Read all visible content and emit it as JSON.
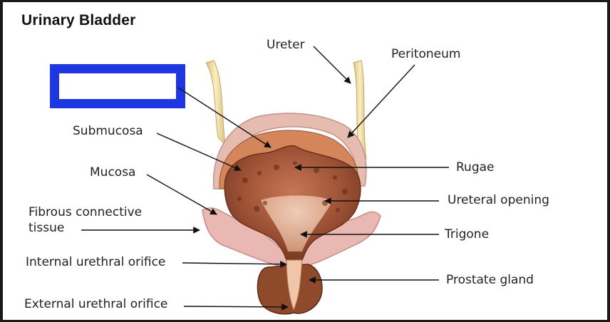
{
  "title": "Urinary Bladder",
  "labels": {
    "ureter": "Ureter",
    "peritoneum": "Peritoneum",
    "submucosa": "Submucosa",
    "mucosa": "Mucosa",
    "fibrous": "Fibrous connective tissue",
    "rugae": "Rugae",
    "ureteral_opening": "Ureteral opening",
    "trigone": "Trigone",
    "internal_orifice": "Internal urethral orifice",
    "prostate": "Prostate gland",
    "external_orifice": "External urethral orifice"
  },
  "hidden_label_box": {
    "color": "#1f37e0"
  },
  "colors": {
    "ureter": "#f1dfa2",
    "peritoneum": "#e3b7ae",
    "muscle": "#d4855a",
    "mucosa": "#a8593a",
    "fibrous": "#eab8b2",
    "trigone": "#eab79a",
    "prostate": "#a25d34",
    "leader": "#111111"
  }
}
